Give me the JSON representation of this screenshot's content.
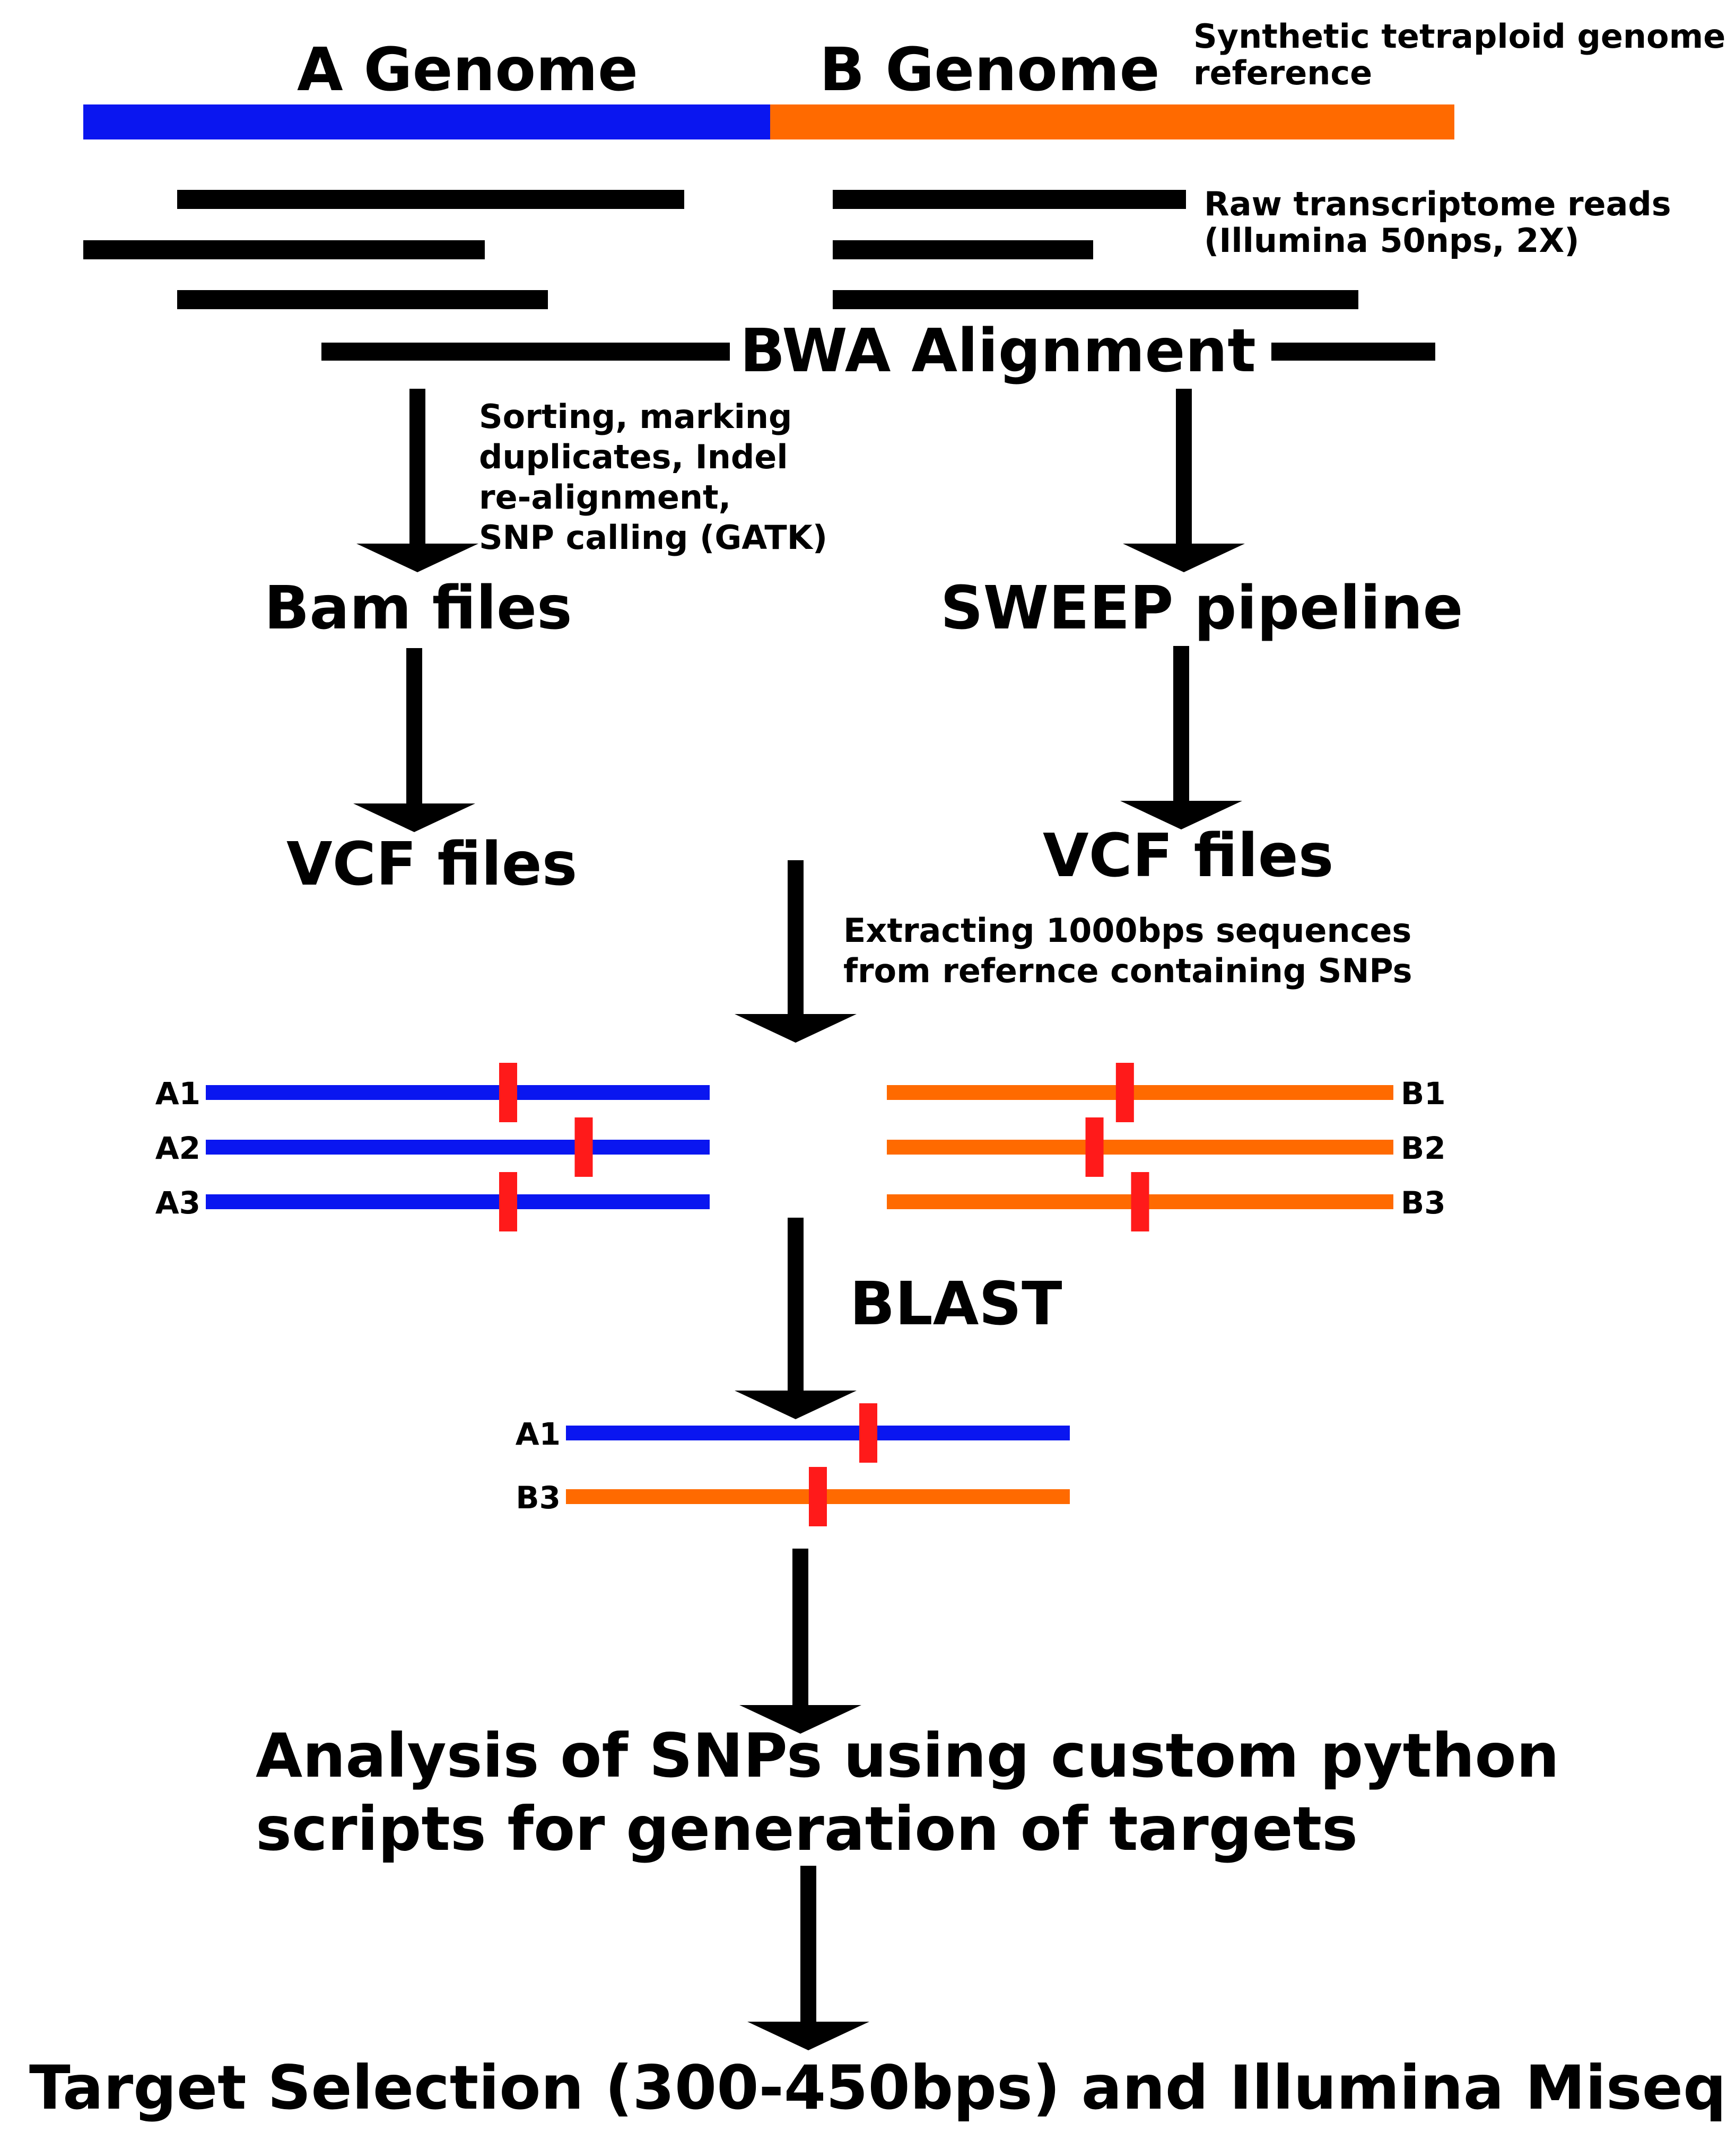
{
  "colors": {
    "a_genome": "#0a16f0",
    "b_genome": "#ff6a00",
    "snp": "#ff1a1a",
    "read": "#000000"
  },
  "genome": {
    "a_label": "A Genome",
    "b_label": "B Genome",
    "reference_label": "Synthetic tetraploid genome\nreference"
  },
  "reads": {
    "label": "Raw transcriptome reads\n(Illumina 50nps, 2X)"
  },
  "alignment": {
    "label": "BWA Alignment"
  },
  "left_branch": {
    "step_note": "Sorting, marking\nduplicates, Indel\nre-alignment,\nSNP calling (GATK)",
    "bam": "Bam files",
    "vcf": "VCF files"
  },
  "right_branch": {
    "sweep": "SWEEP pipeline",
    "vcf": "VCF files"
  },
  "extract": {
    "label": "Extracting 1000bps sequences\nfrom refernce containing SNPs"
  },
  "sequences": {
    "a": [
      {
        "label": "A1",
        "snp": 0.6
      },
      {
        "label": "A2",
        "snp": 0.75
      },
      {
        "label": "A3",
        "snp": 0.6
      }
    ],
    "b": [
      {
        "label": "B1",
        "snp": 0.47
      },
      {
        "label": "B2",
        "snp": 0.41
      },
      {
        "label": "B3",
        "snp": 0.5
      }
    ]
  },
  "blast": {
    "label": "BLAST",
    "pairs": [
      {
        "label": "A1",
        "genome": "a",
        "snp": 0.6
      },
      {
        "label": "B3",
        "genome": "b",
        "snp": 0.5
      }
    ]
  },
  "analysis": {
    "label": "Analysis of SNPs using custom python\nscripts for generation of targets"
  },
  "target": {
    "label": "Target Selection (300-450bps) and Illumina Miseq"
  }
}
